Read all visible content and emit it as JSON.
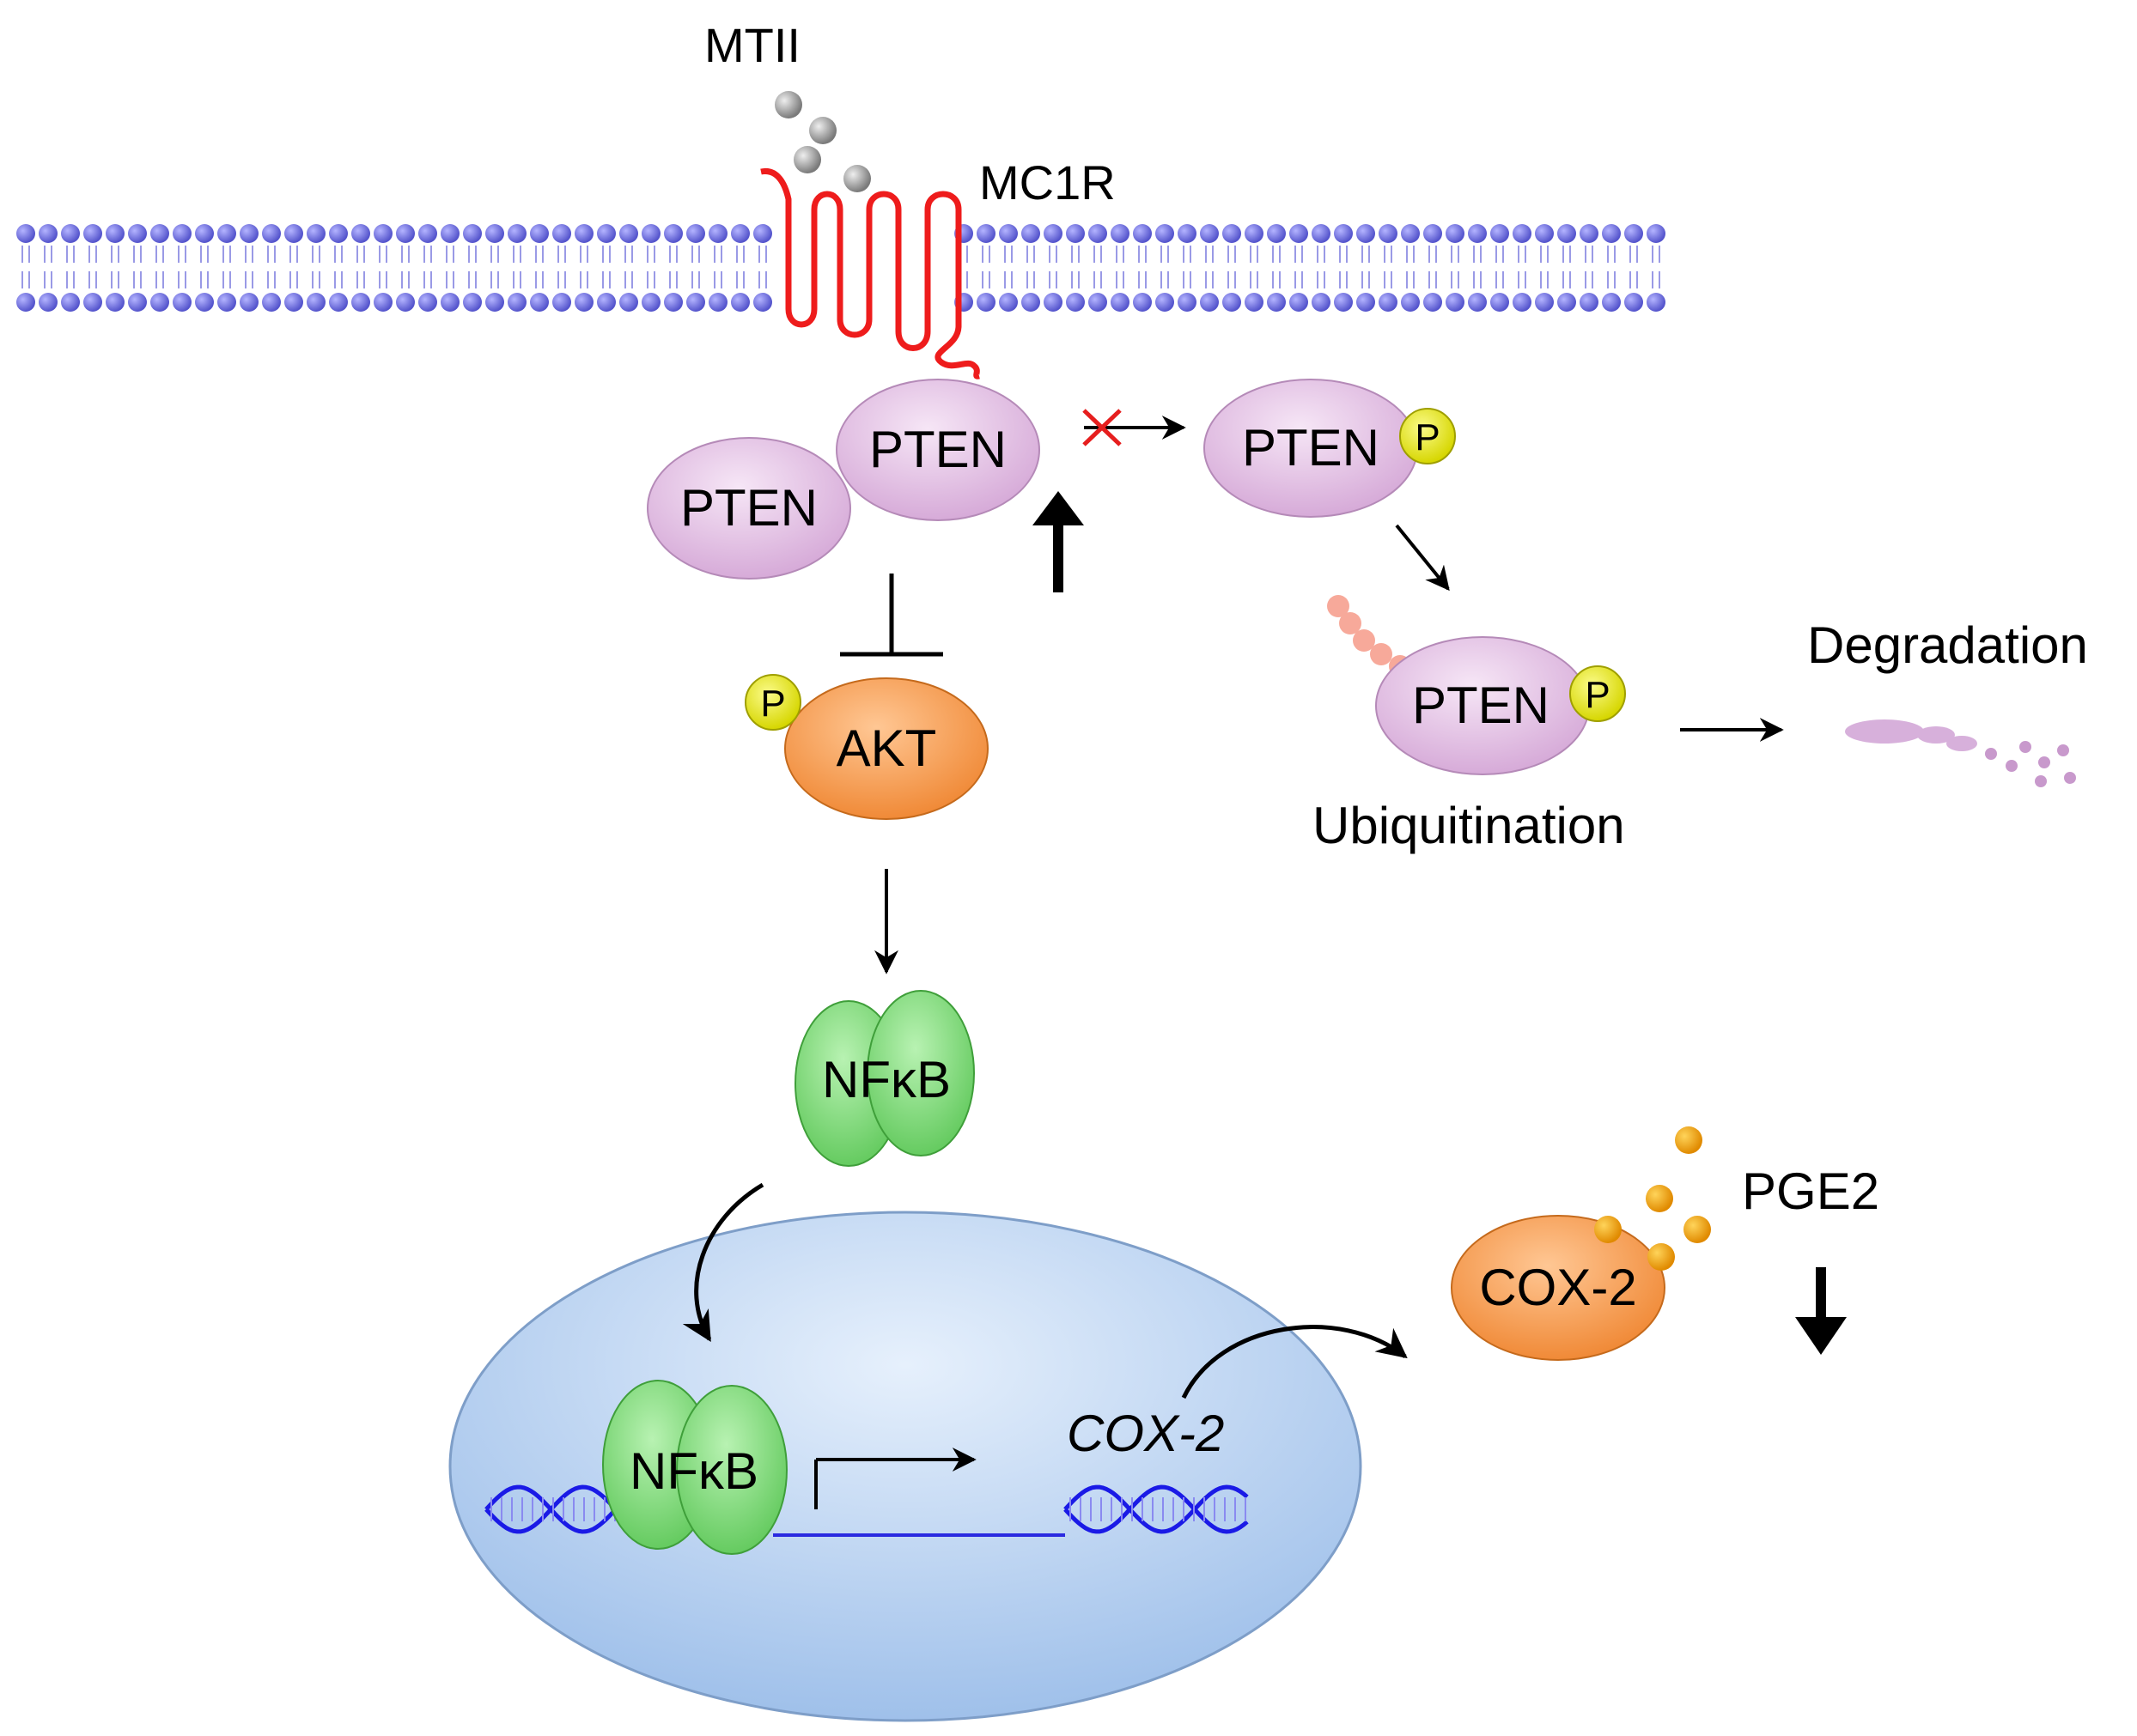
{
  "labels": {
    "ligand": "MTII",
    "receptor": "MC1R",
    "pten": "PTEN",
    "phospho": "P",
    "akt": "AKT",
    "nfkb": "NFκB",
    "ubiquitination": "Ubiquitination",
    "degradation": "Degradation",
    "cox2_protein": "COX-2",
    "cox2_gene": "COX-2",
    "pge2": "PGE2"
  },
  "colors": {
    "membrane_head": "#6f6fe0",
    "receptor": "#ee1c1c",
    "pten": "#e6c4e6",
    "phospho": "#eded2a",
    "akt": "#f59a4a",
    "nfkb": "#7fd97a",
    "nucleus": "#c6dbf7",
    "dna": "#1a1ae6",
    "pge2_dot": "#f0a81e",
    "ubiquitin": "#f7a99a",
    "block_x": "#e61e1e"
  }
}
